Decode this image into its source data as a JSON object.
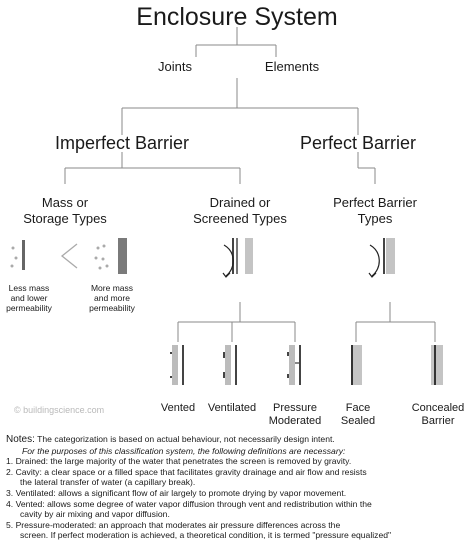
{
  "title": "Enclosure System",
  "joints": "Joints",
  "elements": "Elements",
  "imperfect_barrier": "Imperfect Barrier",
  "perfect_barrier": "Perfect Barrier",
  "types": {
    "mass_storage": [
      "Mass or",
      "Storage Types"
    ],
    "drained_screened": [
      "Drained or",
      "Screened Types"
    ],
    "perfect_barrier_types": [
      "Perfect Barrier",
      "Types"
    ]
  },
  "mass_scale": {
    "less": [
      "Less mass",
      "and lower",
      "permeability"
    ],
    "more": [
      "More mass",
      "and more",
      "permeability"
    ]
  },
  "subtypes": {
    "vented": "Vented",
    "ventilated": "Ventilated",
    "pressure_moderated": [
      "Pressure",
      "Moderated"
    ],
    "face_sealed": [
      "Face",
      "Sealed"
    ],
    "concealed_barrier": [
      "Concealed",
      "Barrier"
    ]
  },
  "watermark": "© buildingscience.com",
  "notes": {
    "label": "Notes:",
    "intro": "The categorization is based on actual behaviour, not necessarily design intent.",
    "purpose": "For the purposes of this classification system, the following definitions are necessary:",
    "items": [
      {
        "num": "1.",
        "lines": [
          "Drained:  the large majority of the water that penetrates the screen is removed by gravity."
        ]
      },
      {
        "num": "2.",
        "lines": [
          "Cavity: a clear space or a filled space that facilitates gravity drainage and air flow and resists",
          "the lateral transfer of water (a capillary break)."
        ]
      },
      {
        "num": "3.",
        "lines": [
          "Ventilated:  allows a significant flow of air largely to promote drying by vapor movement."
        ]
      },
      {
        "num": "4.",
        "lines": [
          "Vented:  allows some degree of water vapor diffusion through vent and redistribution within the",
          "cavity by air mixing and vapor diffusion."
        ]
      },
      {
        "num": "5.",
        "lines": [
          "Pressure-moderated:  an approach that moderates air pressure differences across the",
          "screen. If perfect moderation is achieved, a theoretical condition, it is termed \"pressure equalized\""
        ]
      }
    ]
  }
}
